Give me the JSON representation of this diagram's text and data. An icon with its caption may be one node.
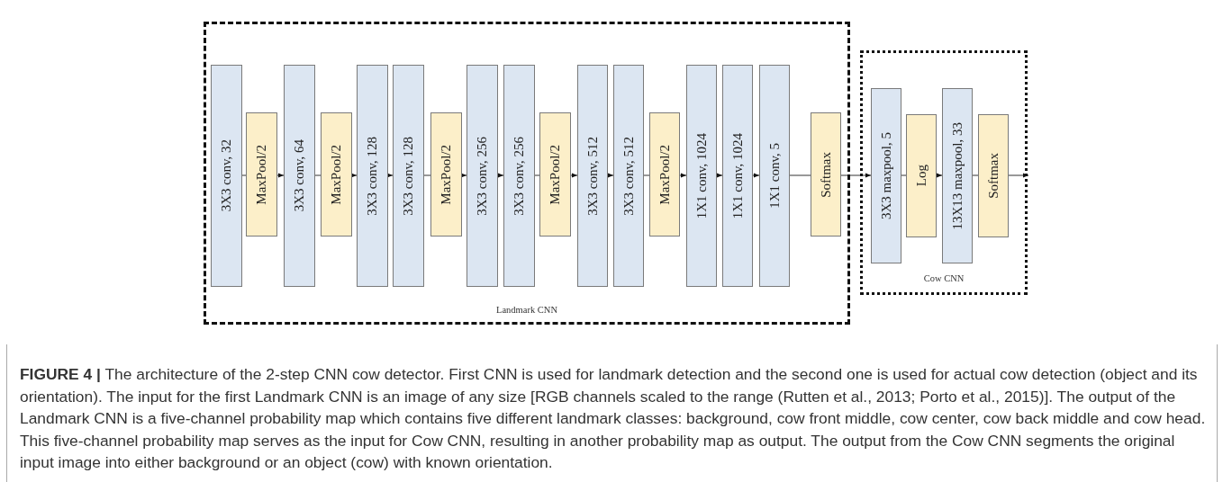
{
  "diagram": {
    "caption": "**FIGURE 4 |** The architecture of the 2-step CNN cow detector. First CNN is used for landmark detection and the second one is used for actual cow detection (object and its orientation). The input for the first Landmark CNN is an image of any size [RGB channels scaled to the range (Rutten et al., 2013; Porto et al., 2015)]. The output of the Landmark CNN is a five-channel probability map which contains five different landmark classes: background, cow front middle, cow center, cow back middle and cow head. This five-channel probability map serves as the input for Cow CNN, resulting in another probability map as output. The output from the Cow CNN segments the original input image into either background or an object (cow) with known orientation.",
    "nodes": [
      {
        "text": [
          "Landmark CNN"
        ]
      },
      {
        "text": [
          "3X3 conv, 32"
        ],
        "in": 0
      },
      {
        "text": [
          "MaxPool/2"
        ],
        "in": 0
      },
      {
        "text": [
          "3X3 conv, 64"
        ],
        "in": 0
      },
      {
        "text": [
          "MaxPool/2"
        ],
        "in": 0
      },
      {
        "text": [
          "3X3 conv, 128"
        ],
        "in": 0
      },
      {
        "text": [
          "3X3 conv, 128"
        ],
        "in": 0
      },
      {
        "text": [
          "MaxPool/2"
        ],
        "in": 0
      },
      {
        "text": [
          "3X3 conv, 256"
        ],
        "in": 0
      },
      {
        "text": [
          "3X3 conv, 256"
        ],
        "in": 0
      },
      {
        "text": [
          "MaxPool/2"
        ],
        "in": 0
      },
      {
        "text": [
          "3X3 conv, 512"
        ],
        "in": 0
      },
      {
        "text": [
          "3X3 conv, 512"
        ],
        "in": 0
      },
      {
        "text": [
          "MaxPool/2"
        ],
        "in": 0
      },
      {
        "text": [
          "1X1 conv, 1024"
        ],
        "in": 0
      },
      {
        "text": [
          "1X1 conv, 1024"
        ],
        "in": 0
      },
      {
        "text": [
          "1X1 conv, 5"
        ],
        "in": 0
      },
      {
        "text": [
          "Softmax"
        ],
        "in": 0
      },
      {
        "text": [
          "Cow CNN"
        ]
      },
      {
        "text": [
          "3X3 maxpool, 5"
        ],
        "in": 18
      },
      {
        "text": [
          "Log"
        ],
        "in": 18
      },
      {
        "text": [
          "13X13 maxpool, 33"
        ],
        "in": 18
      },
      {
        "text": [
          "Softmax"
        ],
        "in": 18
      }
    ],
    "edges": [
      {
        "from": 1,
        "to": 2,
        "arrow": "none"
      },
      {
        "from": 2,
        "to": 3,
        "arrow": "to"
      },
      {
        "from": 3,
        "to": 4,
        "arrow": "none"
      },
      {
        "from": 4,
        "to": 5,
        "arrow": "to"
      },
      {
        "from": 5,
        "to": 6,
        "arrow": "to"
      },
      {
        "from": 6,
        "to": 7,
        "arrow": "none"
      },
      {
        "from": 7,
        "to": 8,
        "arrow": "to"
      },
      {
        "from": 8,
        "to": 9,
        "arrow": "to"
      },
      {
        "from": 9,
        "to": 10,
        "arrow": "none"
      },
      {
        "from": 10,
        "to": 11,
        "arrow": "to"
      },
      {
        "from": 11,
        "to": 12,
        "arrow": "to"
      },
      {
        "from": 12,
        "to": 13,
        "arrow": "none"
      },
      {
        "from": 13,
        "to": 14,
        "arrow": "to"
      },
      {
        "from": 14,
        "to": 15,
        "arrow": "to"
      },
      {
        "from": 15,
        "to": 16,
        "arrow": "to"
      },
      {
        "from": 16,
        "to": 17,
        "arrow": "none"
      },
      {
        "from": 17,
        "to": 19,
        "arrow": "to"
      },
      {
        "from": 19,
        "to": 20,
        "arrow": "none"
      },
      {
        "from": 20,
        "to": 21,
        "arrow": "to"
      },
      {
        "from": 21,
        "to": 22,
        "arrow": "none"
      },
      {
        "from": 22,
        "to": null,
        "arrow": "to"
      }
    ]
  }
}
